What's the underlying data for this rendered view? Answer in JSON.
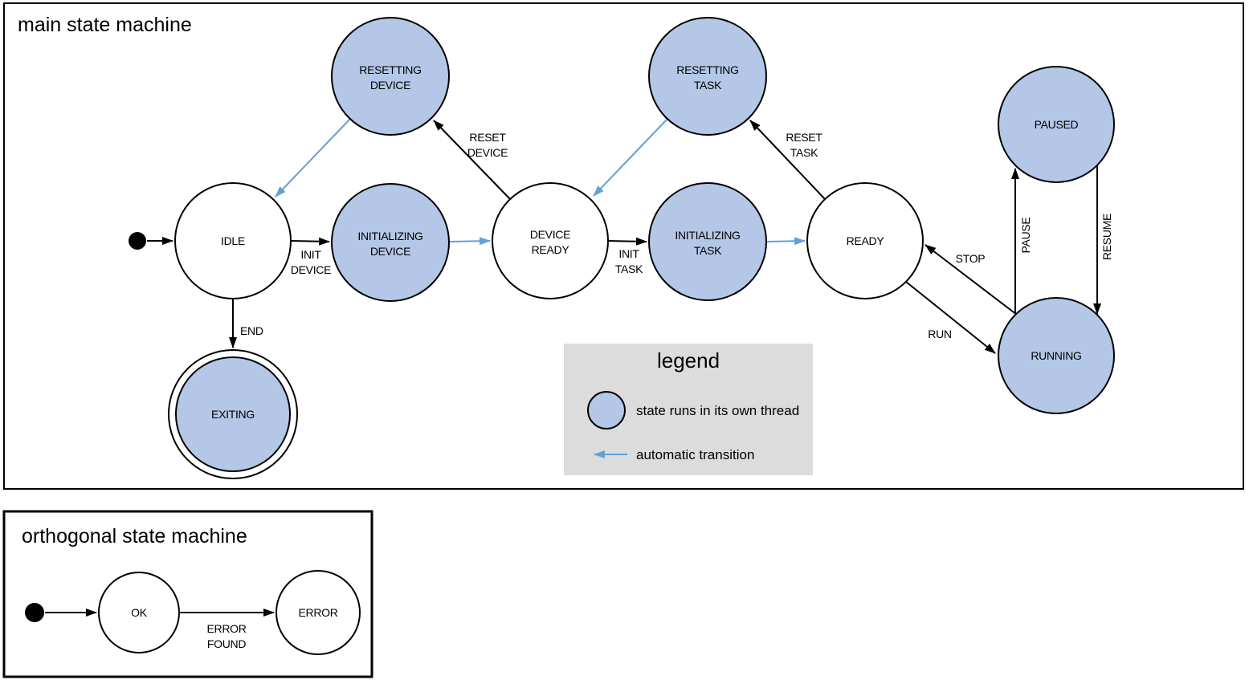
{
  "colors": {
    "threaded_state_fill": "#b4c7e7",
    "automatic_transition": "#64a0d8",
    "legend_background": "#dcdcdc",
    "line": "#000000"
  },
  "main": {
    "title": "main state machine",
    "states": {
      "idle": {
        "label": "IDLE"
      },
      "initializing_device": {
        "label": "INITIALIZING DEVICE",
        "lines": [
          "INITIALIZING",
          "DEVICE"
        ]
      },
      "device_ready": {
        "label": "DEVICE READY",
        "lines": [
          "DEVICE",
          "READY"
        ]
      },
      "resetting_device": {
        "label": "RESETTING DEVICE",
        "lines": [
          "RESETTING",
          "DEVICE"
        ]
      },
      "resetting_task": {
        "label": "RESETTING TASK",
        "lines": [
          "RESETTING",
          "TASK"
        ]
      },
      "initializing_task": {
        "label": "INITIALIZING TASK",
        "lines": [
          "INITIALIZING",
          "TASK"
        ]
      },
      "ready": {
        "label": "READY"
      },
      "paused": {
        "label": "PAUSED"
      },
      "running": {
        "label": "RUNNING"
      },
      "exiting": {
        "label": "EXITING"
      }
    },
    "transitions": {
      "init_device": {
        "label": "INIT DEVICE",
        "lines": [
          "INIT",
          "DEVICE"
        ]
      },
      "reset_device": {
        "label": "RESET DEVICE",
        "lines": [
          "RESET",
          "DEVICE"
        ]
      },
      "init_task": {
        "label": "INIT TASK",
        "lines": [
          "INIT",
          "TASK"
        ]
      },
      "reset_task": {
        "label": "RESET TASK",
        "lines": [
          "RESET",
          "TASK"
        ]
      },
      "end": {
        "label": "END"
      },
      "stop": {
        "label": "STOP"
      },
      "run": {
        "label": "RUN"
      },
      "pause": {
        "label": "PAUSE"
      },
      "resume": {
        "label": "RESUME"
      }
    }
  },
  "legend": {
    "title": "legend",
    "threaded_item": "state runs in its own thread",
    "automatic_item": "automatic transition"
  },
  "orthogonal": {
    "title": "orthogonal state machine",
    "states": {
      "ok": {
        "label": "OK"
      },
      "error": {
        "label": "ERROR"
      }
    },
    "transitions": {
      "error_found": {
        "label": "ERROR FOUND",
        "lines": [
          "ERROR",
          "FOUND"
        ]
      }
    }
  }
}
